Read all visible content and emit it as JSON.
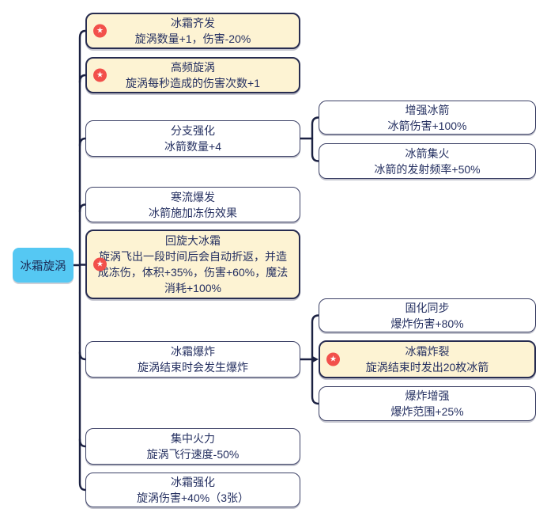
{
  "diagram": {
    "root": {
      "label": "冰霜旋涡"
    },
    "icons": {
      "star": "★"
    },
    "colors": {
      "highlight_fill": "#fdf3d3",
      "normal_fill": "#ffffff",
      "root_fill": "#55c8f3",
      "star_badge": "#f2504b",
      "connector": "#1b2142",
      "text": "#253061"
    },
    "nodes": [
      {
        "title": "冰霜齐发",
        "desc": "旋涡数量+1，伤害-20%",
        "starred": true
      },
      {
        "title": "高频旋涡",
        "desc": "旋涡每秒造成的伤害次数+1",
        "starred": true
      },
      {
        "title": "分支强化",
        "desc": "冰箭数量+4",
        "starred": false
      },
      {
        "title": "增强冰箭",
        "desc": "冰箭伤害+100%",
        "starred": false,
        "parent": "分支强化"
      },
      {
        "title": "冰箭集火",
        "desc": "冰箭的发射频率+50%",
        "starred": false,
        "parent": "分支强化"
      },
      {
        "title": "寒流爆发",
        "desc": "冰箭施加冻伤效果",
        "starred": false
      },
      {
        "title": "回旋大冰霜",
        "desc": "旋涡飞出一段时间后会自动折返，并造成冻伤，体积+35%，伤害+60%，魔法消耗+100%",
        "starred": true
      },
      {
        "title": "冰霜爆炸",
        "desc": "旋涡结束时会发生爆炸",
        "starred": false
      },
      {
        "title": "固化同步",
        "desc": "爆炸伤害+80%",
        "starred": false,
        "parent": "冰霜爆炸"
      },
      {
        "title": "冰霜炸裂",
        "desc": "旋涡结束时发出20枚冰箭",
        "starred": true,
        "parent": "冰霜爆炸"
      },
      {
        "title": "爆炸增强",
        "desc": "爆炸范围+25%",
        "starred": false,
        "parent": "冰霜爆炸"
      },
      {
        "title": "集中火力",
        "desc": "旋涡飞行速度-50%",
        "starred": false
      },
      {
        "title": "冰霜强化",
        "desc": "旋涡伤害+40%（3张）",
        "starred": false
      }
    ]
  }
}
